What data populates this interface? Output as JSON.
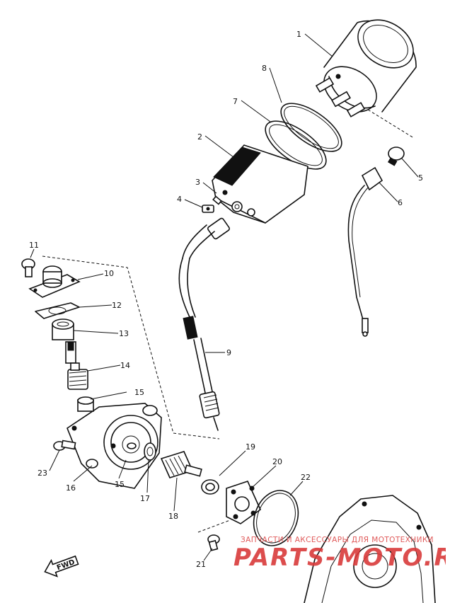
{
  "diagram": {
    "callouts": [
      {
        "id": "1",
        "label": "1"
      },
      {
        "id": "2",
        "label": "2"
      },
      {
        "id": "3",
        "label": "3"
      },
      {
        "id": "4",
        "label": "4"
      },
      {
        "id": "5",
        "label": "5"
      },
      {
        "id": "6",
        "label": "6"
      },
      {
        "id": "7",
        "label": "7"
      },
      {
        "id": "8",
        "label": "8"
      },
      {
        "id": "9",
        "label": "9"
      },
      {
        "id": "10",
        "label": "10"
      },
      {
        "id": "11",
        "label": "11"
      },
      {
        "id": "12",
        "label": "12"
      },
      {
        "id": "13",
        "label": "13"
      },
      {
        "id": "14",
        "label": "14"
      },
      {
        "id": "15",
        "label": "15"
      },
      {
        "id": "16",
        "label": "16"
      },
      {
        "id": "17",
        "label": "17"
      },
      {
        "id": "18",
        "label": "18"
      },
      {
        "id": "19",
        "label": "19"
      },
      {
        "id": "20",
        "label": "20"
      },
      {
        "id": "21",
        "label": "21"
      },
      {
        "id": "22",
        "label": "22"
      },
      {
        "id": "23",
        "label": "23"
      }
    ],
    "fwd_label": "FWD"
  },
  "watermark": {
    "tagline": "ЗАПЧАСТИ И АКСЕССУАРЫ ДЛЯ МОТОТЕХНИКИ",
    "brand": "PARTS-MOTO.RU",
    "color": "#d93a3a"
  }
}
